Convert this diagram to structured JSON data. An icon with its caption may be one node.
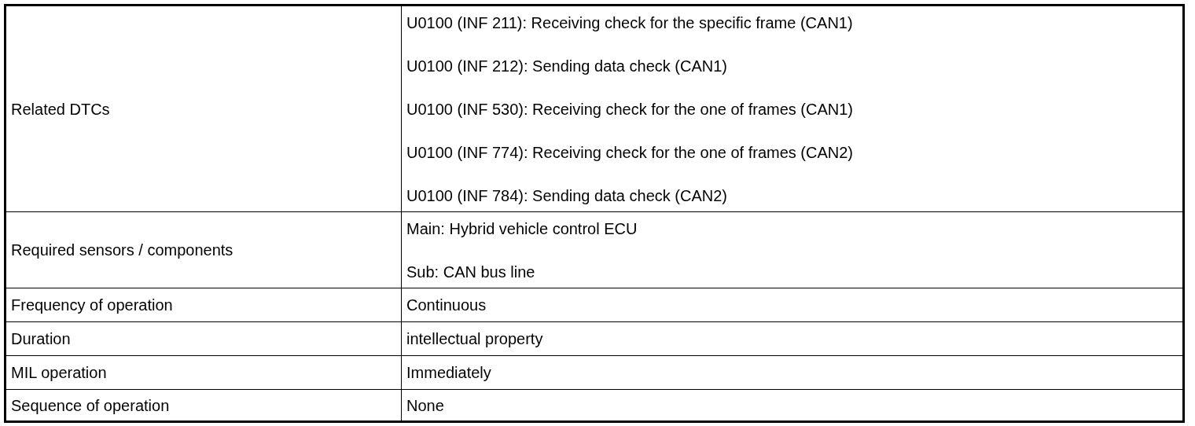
{
  "diagram": {
    "labels": [
      "Related DTCs",
      "U0100 (INF 211): Receiving check for the specific frame (CAN1)",
      "U0100 (INF 212): Sending data check (CAN1)",
      "U0100 (INF 530): Receiving check for the one of frames (CAN1)",
      "U0100 (INF 774): Receiving check for the one of frames (CAN2)",
      "U0100 (INF 784): Sending data check (CAN2)",
      "Required sensors / components",
      "Main: Hybrid vehicle control ECU",
      "Sub: CAN bus line",
      "Frequency of operation",
      "Continuous",
      "Duration",
      "intellectual property",
      "MIL operation",
      "Immediately",
      "Sequence of operation",
      "None"
    ]
  }
}
